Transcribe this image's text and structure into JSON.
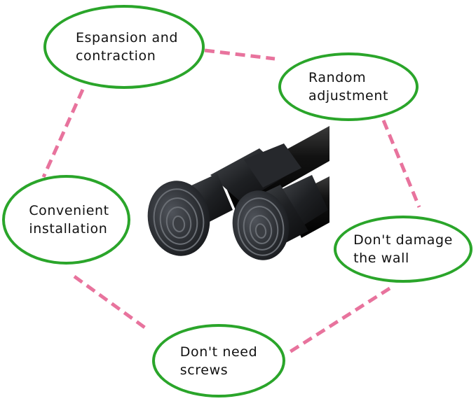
{
  "features": [
    {
      "id": "b1",
      "label": "Espansion and\ncontraction"
    },
    {
      "id": "b2",
      "label": "Random\nadjustment"
    },
    {
      "id": "b3",
      "label": "Convenient\ninstallation"
    },
    {
      "id": "b4",
      "label": "Don't damage\nthe wall"
    },
    {
      "id": "b5",
      "label": "Don't need\nscrews"
    }
  ],
  "colors": {
    "bubble_border": "#2aa52a",
    "connector": "#e8739d",
    "rod": "#111111",
    "cap": "#2b2e33"
  },
  "icons": {
    "center_image": "tension-rod-ends-icon"
  }
}
